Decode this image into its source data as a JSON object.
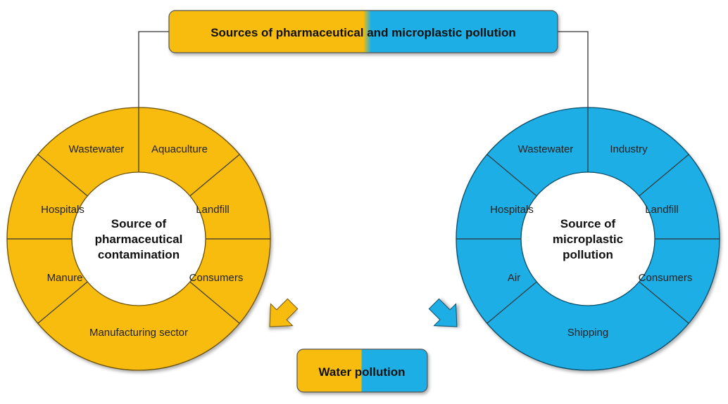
{
  "colors": {
    "yellow": "#F7BC0C",
    "blue": "#1CAEE4",
    "line": "#333333"
  },
  "title": "Sources of pharmaceutical and microplastic pollution",
  "pharma": {
    "center": [
      "Source of",
      "pharmaceutical",
      "contamination"
    ],
    "segments": [
      "Aquaculture",
      "Landfill",
      "Consumers",
      "Manufacturing sector",
      "Manure",
      "Hospitals",
      "Wastewater"
    ]
  },
  "micro": {
    "center": [
      "Source of",
      "microplastic",
      "pollution"
    ],
    "segments": [
      "Industry",
      "Landfill",
      "Consumers",
      "Shipping",
      "Air",
      "Hospitals",
      "Wastewater"
    ]
  },
  "result": "Water pollution",
  "icons": {
    "left_arrow": "arrow-down-right-icon",
    "right_arrow": "arrow-down-left-icon"
  }
}
